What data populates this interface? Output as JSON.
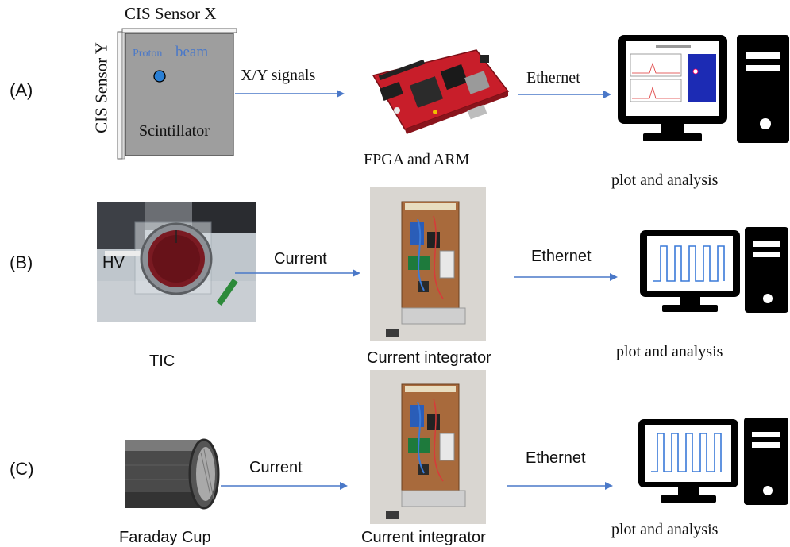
{
  "rows": {
    "a": {
      "label": "(A)",
      "sensor_x_label": "CIS Sensor X",
      "sensor_y_label": "CIS Sensor Y",
      "beam_label_proton": "Proton",
      "beam_label_beam": "beam",
      "scintillator_label": "Scintillator",
      "arrow1_label": "X/Y signals",
      "board_caption": "FPGA and ARM",
      "arrow2_label": "Ethernet",
      "computer_caption": "plot and analysis"
    },
    "b": {
      "label": "(B)",
      "hv_label": "HV",
      "device_caption": "TIC",
      "arrow1_label": "Current",
      "integrator_caption": "Current integrator",
      "arrow2_label": "Ethernet",
      "computer_caption": "plot and analysis"
    },
    "c": {
      "label": "(C)",
      "device_caption": "Faraday Cup",
      "arrow1_label": "Current",
      "integrator_caption": "Current integrator",
      "arrow2_label": "Ethernet",
      "computer_caption": "plot and analysis"
    }
  },
  "colors": {
    "arrow": "#4a78c8",
    "proton_text": "#4a78c8",
    "beam_dot": "#2a7fd4",
    "scintillator_fill": "#9e9e9e",
    "board_red": "#c81e2a",
    "monitor": "#000000"
  },
  "icons": [
    "monitor-icon",
    "tower-pc-icon",
    "fpga-board-photo",
    "tic-photo",
    "current-integrator-photo",
    "faraday-cup-photo"
  ]
}
